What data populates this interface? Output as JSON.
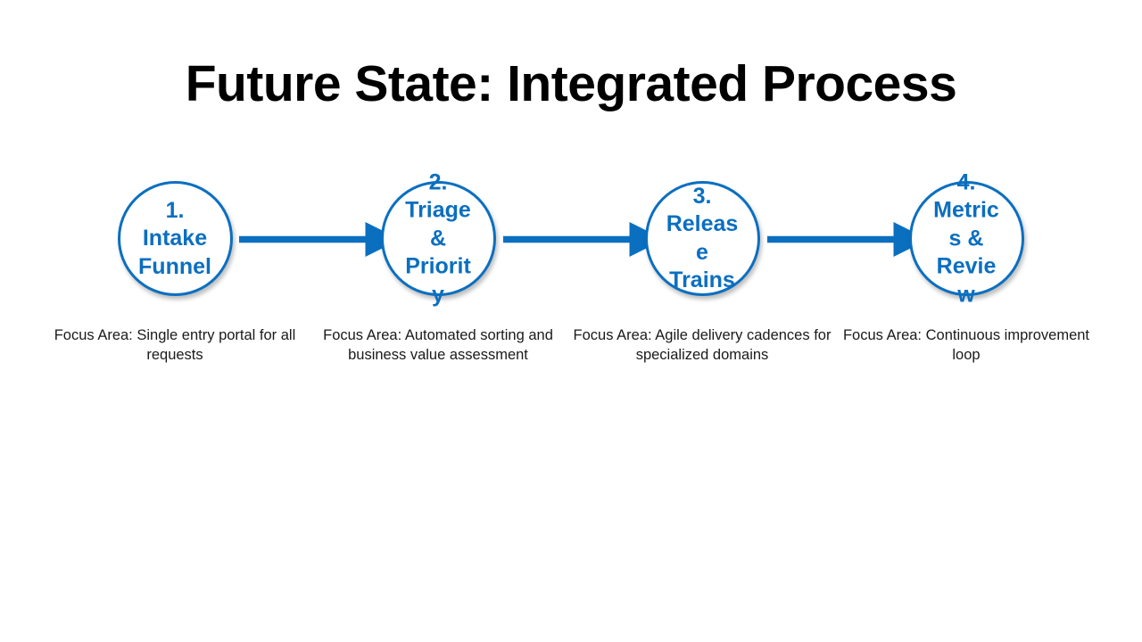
{
  "slide": {
    "title": "Future State: Integrated Process",
    "background_color": "#ffffff",
    "accent_color": "#0b6fc0",
    "title_color": "#000000",
    "caption_color": "#1a1a1a"
  },
  "flow": {
    "arrow_color": "#0b6fc0",
    "steps": [
      {
        "number": "1.",
        "node_label": "1.\nIntake Funnel",
        "caption": "Focus Area: Single entry portal for all requests"
      },
      {
        "number": "2.",
        "node_label": "2.\nTriage & Priority",
        "caption": "Focus Area: Automated sorting and business value assessment"
      },
      {
        "number": "3.",
        "node_label": "3.\nRelease Trains",
        "caption": "Focus Area: Agile delivery cadences for specialized domains"
      },
      {
        "number": "4.",
        "node_label": "4.\nMetrics & Review",
        "caption": "Focus Area: Continuous improvement loop"
      }
    ],
    "connectors": [
      {
        "from": "1",
        "to": "2",
        "icon": "arrow-right-icon"
      },
      {
        "from": "2",
        "to": "3",
        "icon": "arrow-right-icon"
      },
      {
        "from": "3",
        "to": "4",
        "icon": "arrow-right-icon"
      }
    ]
  }
}
